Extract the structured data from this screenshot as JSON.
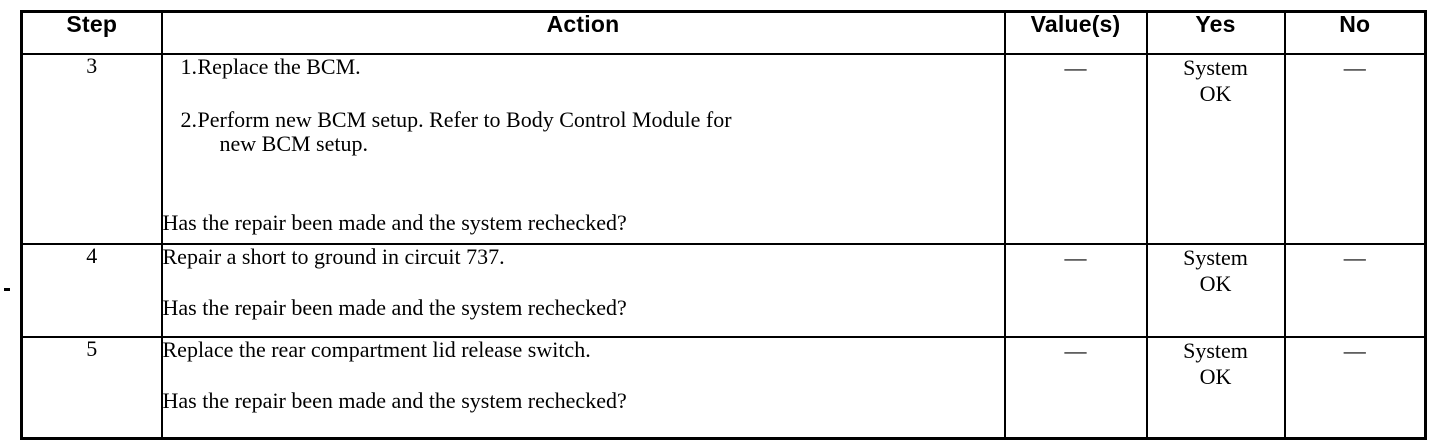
{
  "table": {
    "headers": {
      "step": "Step",
      "action": "Action",
      "values": "Value(s)",
      "yes": "Yes",
      "no": "No"
    },
    "rows": [
      {
        "step": "3",
        "action": {
          "type": "numbered",
          "items": [
            {
              "number": "1.",
              "lines": [
                "Replace the BCM."
              ]
            },
            {
              "number": "2.",
              "lines": [
                "Perform new BCM setup. Refer to Body Control Module for",
                "new BCM setup."
              ]
            }
          ],
          "question": "Has the repair been made and the system rechecked?"
        },
        "values": "—",
        "yes_line1": "System",
        "yes_line2": "OK",
        "no": "—"
      },
      {
        "step": "4",
        "action": {
          "type": "plain",
          "statement": "Repair a short to ground in circuit 737.",
          "question": "Has the repair been made and the system rechecked?"
        },
        "values": "—",
        "yes_line1": "System",
        "yes_line2": "OK",
        "no": "—"
      },
      {
        "step": "5",
        "action": {
          "type": "plain",
          "statement": "Replace the rear compartment lid release switch.",
          "question": "Has the repair been made and the system rechecked?"
        },
        "values": "—",
        "yes_line1": "System",
        "yes_line2": "OK",
        "no": "—"
      }
    ]
  },
  "colors": {
    "page_background": "#ffffff",
    "ink": "#000000",
    "border": "#000000"
  }
}
